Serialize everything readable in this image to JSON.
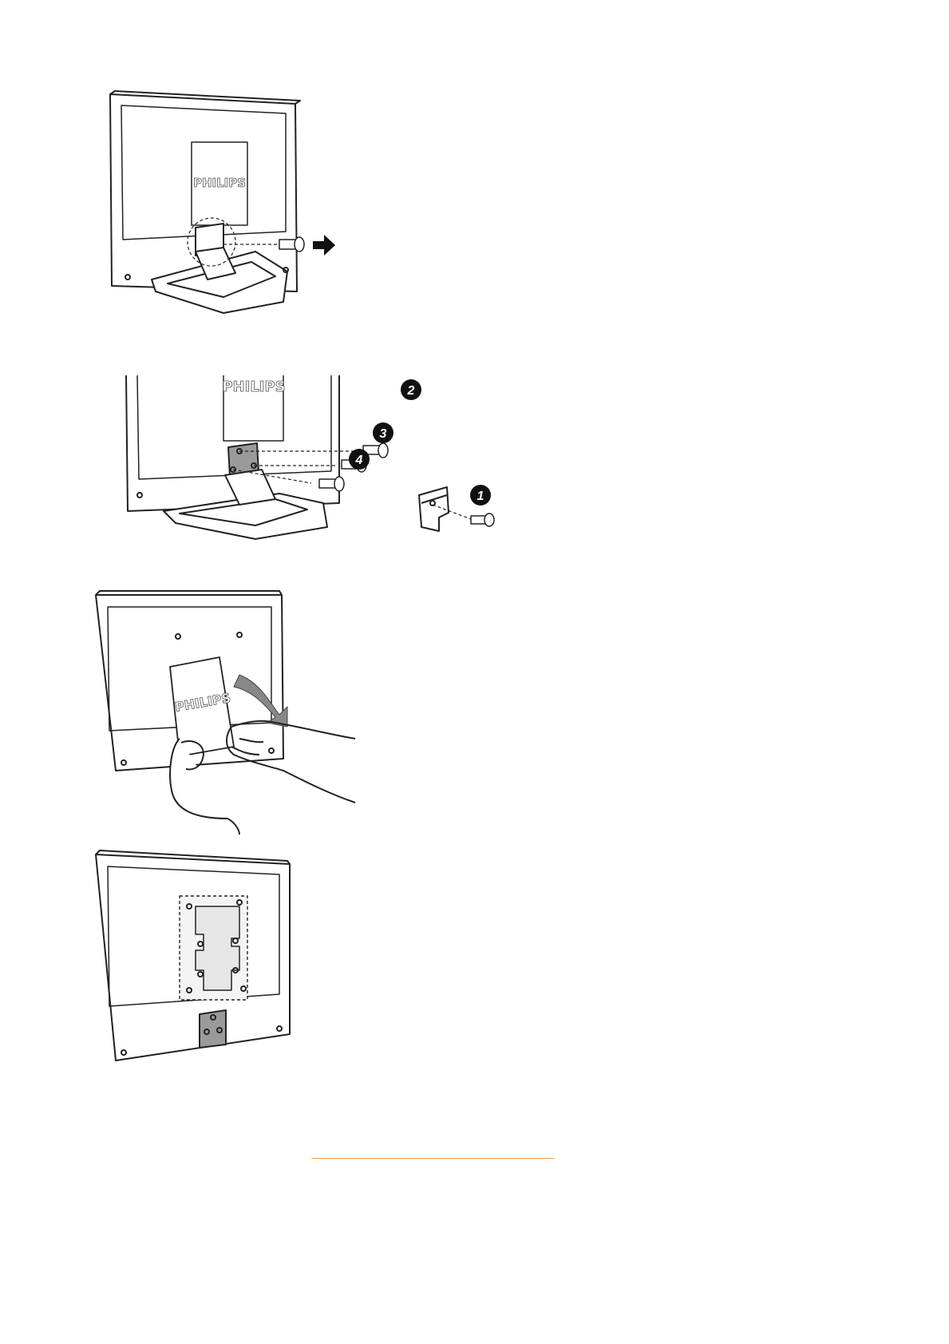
{
  "figures": {
    "step1": {
      "brand": "PHILIPS"
    },
    "step2": {
      "brand": "PHILIPS",
      "callouts": [
        "2",
        "3",
        "4",
        "1"
      ]
    },
    "step3": {
      "brand": "PHILIPS"
    }
  },
  "footer": {
    "link_text": ""
  },
  "colors": {
    "line": "#222222",
    "link": "#e8a23a",
    "gray_plate": "#9a9a9a"
  }
}
